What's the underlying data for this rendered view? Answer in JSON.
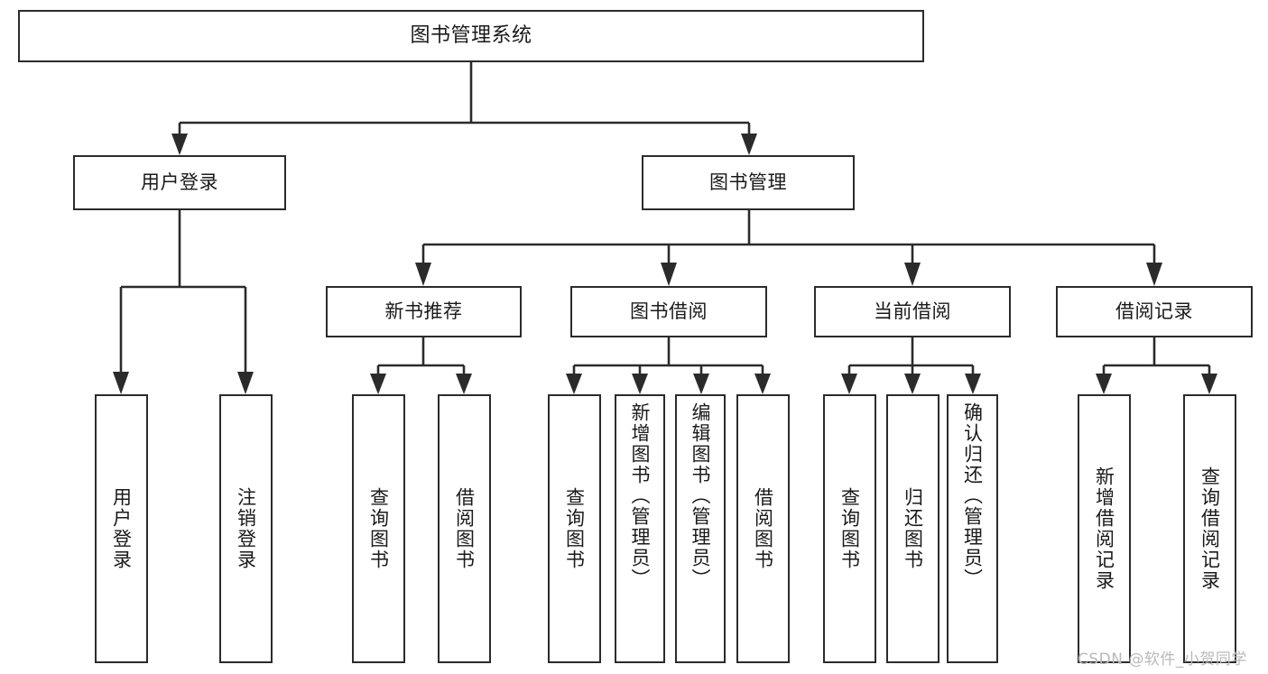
{
  "diagram": {
    "type": "tree-hierarchy-chart",
    "title": "图书管理系统",
    "line_color": "#2b2b2b",
    "box_fill": "#ffffff",
    "text_color": "#1a1a1a",
    "levels": 4
  },
  "nodes": {
    "root": {
      "label": "图书管理系统"
    },
    "level2": [
      {
        "label": "用户登录"
      },
      {
        "label": "图书管理"
      }
    ],
    "level3": [
      {
        "label": "新书推荐"
      },
      {
        "label": "图书借阅"
      },
      {
        "label": "当前借阅"
      },
      {
        "label": "借阅记录"
      }
    ],
    "leaves_user_login": [
      {
        "label": "用户登录"
      },
      {
        "label": "注销登录"
      }
    ],
    "leaves_new_book": [
      {
        "label": "查询图书"
      },
      {
        "label": "借阅图书"
      }
    ],
    "leaves_borrow": [
      {
        "label": "查询图书"
      },
      {
        "label": "新增图书（管理员）"
      },
      {
        "label": "编辑图书（管理员）"
      },
      {
        "label": "借阅图书"
      }
    ],
    "leaves_current": [
      {
        "label": "查询图书"
      },
      {
        "label": "归还图书"
      },
      {
        "label": "确认归还（管理员）"
      }
    ],
    "leaves_records": [
      {
        "label": "新增借阅记录"
      },
      {
        "label": "查询借阅记录"
      }
    ]
  },
  "watermark": {
    "text": "CSDN @软件_小贺同学"
  }
}
